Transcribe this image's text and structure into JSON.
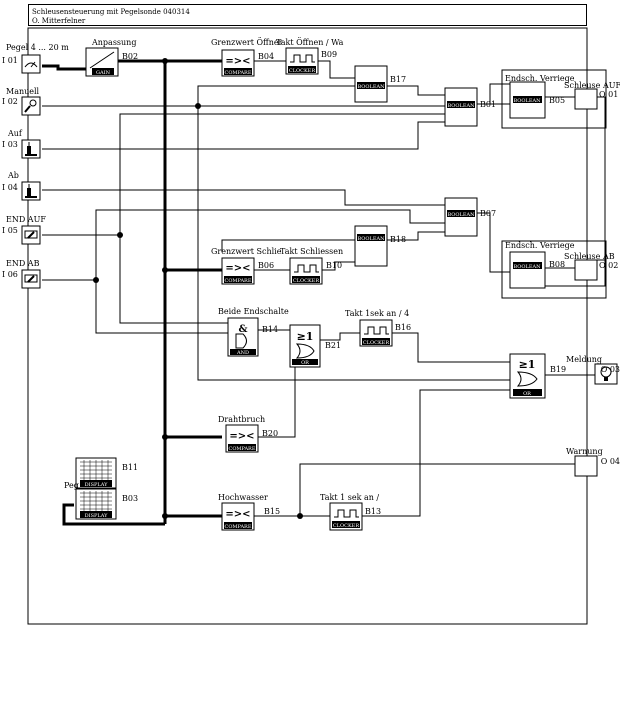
{
  "header": {
    "title": "Schleusensteuerung mit Pegelsonde 040314",
    "author": "O. Mitterfelner"
  },
  "inputs": [
    {
      "id": "I 01",
      "label": "Pegel 4 ... 20 m",
      "icon": "analog-gauge-icon"
    },
    {
      "id": "I 02",
      "label": "Manuell",
      "icon": "key-switch-icon"
    },
    {
      "id": "I 03",
      "label": "Auf",
      "icon": "pushbutton-icon"
    },
    {
      "id": "I 04",
      "label": "Ab",
      "icon": "pushbutton-icon"
    },
    {
      "id": "I 05",
      "label": "END AUF",
      "icon": "limit-switch-icon"
    },
    {
      "id": "I 06",
      "label": "END AB",
      "icon": "limit-switch-icon"
    }
  ],
  "blocks": {
    "b02": {
      "id": "B02",
      "label": "Anpassung",
      "tag": "GAIN"
    },
    "b04": {
      "id": "B04",
      "label": "Grenzwert Öffner",
      "tag": "COMPARE",
      "symbol": "=><"
    },
    "b09": {
      "id": "B09",
      "label": "Takt Öffnen / Wa",
      "tag": "CLOCKER"
    },
    "b17": {
      "id": "B17",
      "label": "",
      "tag": "BOOLEAN"
    },
    "b01": {
      "id": "B01",
      "label": "",
      "tag": "BOOLEAN"
    },
    "b05": {
      "id": "B05",
      "label": "Endsch. Verriege",
      "tag": "BOOLEAN"
    },
    "b07": {
      "id": "B07",
      "label": "",
      "tag": "BOOLEAN"
    },
    "b18": {
      "id": "B18",
      "label": "",
      "tag": "BOOLEAN"
    },
    "b08": {
      "id": "B08",
      "label": "Endsch. Verriege",
      "tag": "BOOLEAN"
    },
    "b06": {
      "id": "B06",
      "label": "Grenzwert Schlie",
      "tag": "COMPARE",
      "symbol": "=><"
    },
    "b10": {
      "id": "B10",
      "label": "Takt Schliessen",
      "tag": "CLOCKER"
    },
    "b14": {
      "id": "B14",
      "label": "Beide Endschalte",
      "tag": "AND",
      "symbol": "&"
    },
    "b21": {
      "id": "B21",
      "label": "",
      "tag": "OR",
      "symbol": "≥1"
    },
    "b16": {
      "id": "B16",
      "label": "Takt 1sek an / 4",
      "tag": "CLOCKER"
    },
    "b19": {
      "id": "B19",
      "label": "",
      "tag": "OR",
      "symbol": "≥1"
    },
    "b20": {
      "id": "B20",
      "label": "Drahtbruch",
      "tag": "COMPARE",
      "symbol": "=><"
    },
    "b11": {
      "id": "B11",
      "label": "",
      "tag": "DISPLAY"
    },
    "b03": {
      "id": "B03",
      "label": "Peg",
      "tag": "DISPLAY"
    },
    "b15": {
      "id": "B15",
      "label": "Hochwasser",
      "tag": "COMPARE",
      "symbol": "=><"
    },
    "b13": {
      "id": "B13",
      "label": "Takt 1 sek an /",
      "tag": "CLOCKER"
    }
  },
  "outputs": [
    {
      "id": "O 01",
      "label": "Schleuse AUF",
      "icon": ""
    },
    {
      "id": "O 02",
      "label": "Schleuse AB",
      "icon": ""
    },
    {
      "id": "O 03",
      "label": "Meldung",
      "icon": "lamp-icon"
    },
    {
      "id": "O 04",
      "label": "Warnung",
      "icon": ""
    }
  ]
}
